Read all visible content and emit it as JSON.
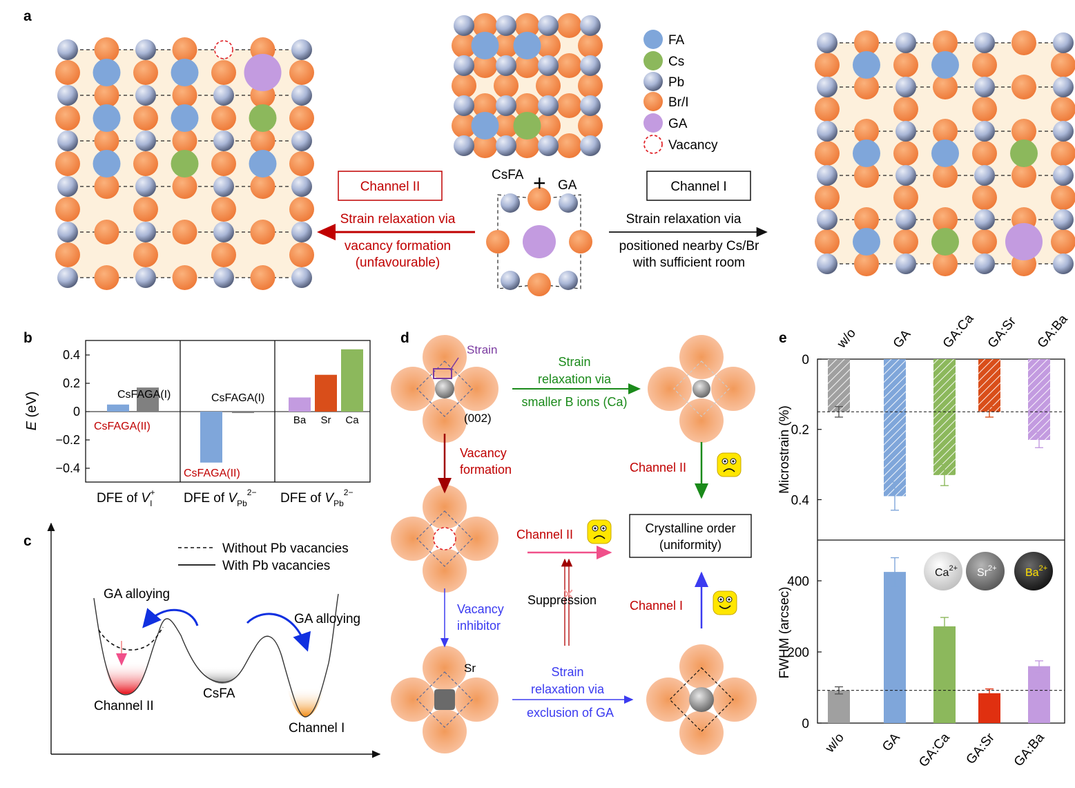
{
  "panel_labels": {
    "a": "a",
    "b": "b",
    "c": "c",
    "d": "d",
    "e": "e"
  },
  "panel_a": {
    "legend": [
      {
        "label": "FA",
        "color": "#7fa6da"
      },
      {
        "label": "Cs",
        "color": "#8cb85c"
      },
      {
        "label": "Pb",
        "color": "#9aa8c8"
      },
      {
        "label": "Br/I",
        "color": "#f08c4a"
      },
      {
        "label": "GA",
        "color": "#c39be0"
      },
      {
        "label": "Vacancy",
        "color": "#e0242a"
      }
    ],
    "csfa_label": "CsFA",
    "plus": "+",
    "ga_label": "GA",
    "channel2_box": "Channel II",
    "channel2_text1": "Strain relaxation via",
    "channel2_text2": "vacancy formation",
    "channel2_text3": "(unfavourable)",
    "channel1_box": "Channel I",
    "channel1_text1": "Strain relaxation via",
    "channel1_text2": "positioned nearby Cs/Br",
    "channel1_text3": "with sufficient room"
  },
  "panel_b": {
    "ylabel_main": "E",
    "ylabel_unit": " (eV)",
    "yticks": [
      "0.4",
      "0.2",
      "0",
      "−0.2",
      "−0.4"
    ],
    "label_csfaga1_a": "CsFAGA(I)",
    "label_csfaga2_a": "CsFAGA(II)",
    "label_csfaga1_b": "CsFAGA(I)",
    "label_csfaga2_b": "CsFAGA(II)",
    "xlabel_prefix": "DFE of ",
    "xlabel1_sym": "V",
    "xlabel1_sub": "I",
    "xlabel1_sup": "+",
    "xlabel2_sym": "V",
    "xlabel2_sub": "Pb",
    "xlabel2_sup": "2−"
  },
  "panel_c": {
    "legend_dashed": "Without Pb vacancies",
    "legend_solid": "With Pb vacancies",
    "ga_alloying_left": "GA alloying",
    "ga_alloying_right": "GA alloying",
    "well_left": "Channel II",
    "well_mid": "CsFA",
    "well_right": "Channel I"
  },
  "panel_d": {
    "strain": "Strain",
    "plane": "(002)",
    "top_arrow1": "Strain",
    "top_arrow2": "relaxation via",
    "top_arrow3": "smaller B ions (Ca)",
    "vacancy1": "Vacancy",
    "vacancy2": "formation",
    "channel2_right": "Channel II",
    "channel2_mid": "Channel II",
    "crystalline1": "Crystalline order",
    "crystalline2": "(uniformity)",
    "suppression": "Suppression",
    "inhibitor1": "Vacancy",
    "inhibitor2": "inhibitor",
    "channel1_right": "Channel I",
    "sr": "Sr",
    "bottom_arrow1": "Strain",
    "bottom_arrow2": "relaxation via",
    "bottom_arrow3": "exclusion of GA"
  },
  "panel_e": {
    "ion_labels": [
      "Ca",
      "Sr",
      "Ba"
    ],
    "ion_charge": "2+"
  },
  "chart_data": [
    {
      "type": "bar",
      "panel": "b",
      "ylabel": "E (eV)",
      "ylim": [
        -0.5,
        0.5
      ],
      "groups": [
        {
          "xlabel": "DFE of V_I^+",
          "categories": [
            "CsFAGA(II)",
            "CsFAGA(I)"
          ],
          "values": [
            0.05,
            0.17
          ],
          "colors": [
            "#7fa6da",
            "#808080"
          ]
        },
        {
          "xlabel": "DFE of V_Pb^2−",
          "categories": [
            "CsFAGA(II)",
            "CsFAGA(I)"
          ],
          "values": [
            -0.36,
            -0.01
          ],
          "colors": [
            "#7fa6da",
            "#808080"
          ]
        },
        {
          "xlabel": "DFE of V_Pb^2−",
          "categories": [
            "Ba",
            "Sr",
            "Ca"
          ],
          "values": [
            0.1,
            0.26,
            0.44
          ],
          "colors": [
            "#c39be0",
            "#d94e1a",
            "#8cb85c"
          ]
        }
      ]
    },
    {
      "type": "bar",
      "panel": "e-top",
      "ylabel": "Microstrain (%)",
      "ylim": [
        0,
        0.5
      ],
      "inverted": true,
      "categories": [
        "w/o",
        "GA",
        "GA:Ca",
        "GA:Sr",
        "GA:Ba"
      ],
      "values": [
        0.15,
        0.39,
        0.33,
        0.15,
        0.23
      ],
      "errors": [
        0.015,
        0.04,
        0.03,
        0.015,
        0.022
      ],
      "colors": [
        "#a0a0a0",
        "#7fa6da",
        "#8cb85c",
        "#d94e1a",
        "#c39be0"
      ],
      "reference_line": 0.15,
      "yticks": [
        "0",
        "0.2",
        "0.4"
      ]
    },
    {
      "type": "bar",
      "panel": "e-bottom",
      "ylabel": "FWHM (arcsec)",
      "ylim": [
        0,
        500
      ],
      "categories": [
        "w/o",
        "GA",
        "GA:Ca",
        "GA:Sr",
        "GA:Ba"
      ],
      "values": [
        92,
        425,
        272,
        84,
        160
      ],
      "errors": [
        10,
        40,
        25,
        12,
        15
      ],
      "colors": [
        "#a0a0a0",
        "#7fa6da",
        "#8cb85c",
        "#e03010",
        "#c39be0"
      ],
      "reference_line": 92,
      "yticks": [
        "0",
        "200",
        "400"
      ]
    }
  ]
}
